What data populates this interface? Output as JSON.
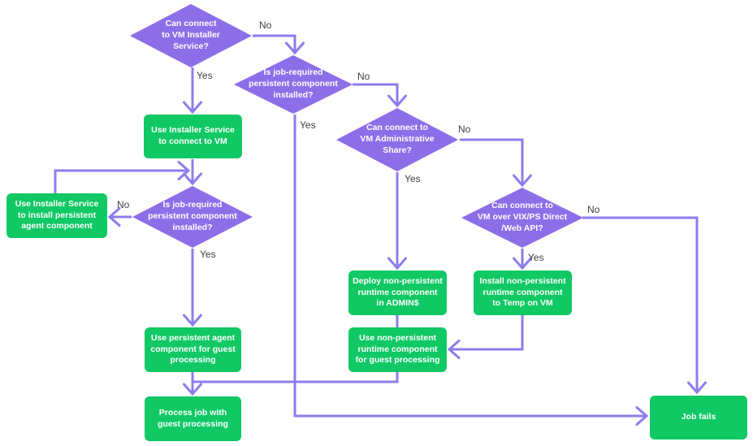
{
  "diagram": {
    "colors": {
      "decision_fill": "#8d6ee9",
      "process_fill": "#10c864",
      "connector": "#8c7cec",
      "node_text": "#ffffff",
      "edge_label_text": "#3d3d46"
    },
    "decisions": {
      "installer_service": {
        "label": "Can connect\nto VM Installer\nService?"
      },
      "persistent_installed_top": {
        "label": "Is job-required\npersistent component\ninstalled?"
      },
      "persistent_installed_left": {
        "label": "Is job-required\npersistent component\ninstalled?"
      },
      "admin_share": {
        "label": "Can connect to\nVM Administrative\nShare?"
      },
      "vix_ps_web": {
        "label": "Can connect to\nVM over VIX/PS Direct\n/Web API?"
      }
    },
    "processes": {
      "connect_vm": {
        "label": "Use Installer Service\nto connect to VM"
      },
      "install_persistent": {
        "label": "Use Installer Service\nto install persistent\nagent component"
      },
      "deploy_admin_share": {
        "label": "Deploy non-persistent\nruntime component\nin ADMIN$"
      },
      "install_temp": {
        "label": "Install non-persistent\nruntime component\nto Temp on VM"
      },
      "use_nonpersistent": {
        "label": "Use non-persistent\nruntime component\nfor guest processing"
      },
      "use_persistent": {
        "label": "Use persistent agent\ncomponent for guest\nprocessing"
      },
      "process_job": {
        "label": "Process job with\nguest processing"
      },
      "job_fails": {
        "label": "Job fails"
      }
    },
    "edge_labels": {
      "installer_no": "No",
      "installer_yes": "Yes",
      "top_persistent_no": "No",
      "top_persistent_yes": "Yes",
      "admin_share_no": "No",
      "admin_share_yes": "Yes",
      "vix_no": "No",
      "vix_yes": "Yes",
      "left_persistent_no": "No",
      "left_persistent_yes": "Yes"
    }
  }
}
